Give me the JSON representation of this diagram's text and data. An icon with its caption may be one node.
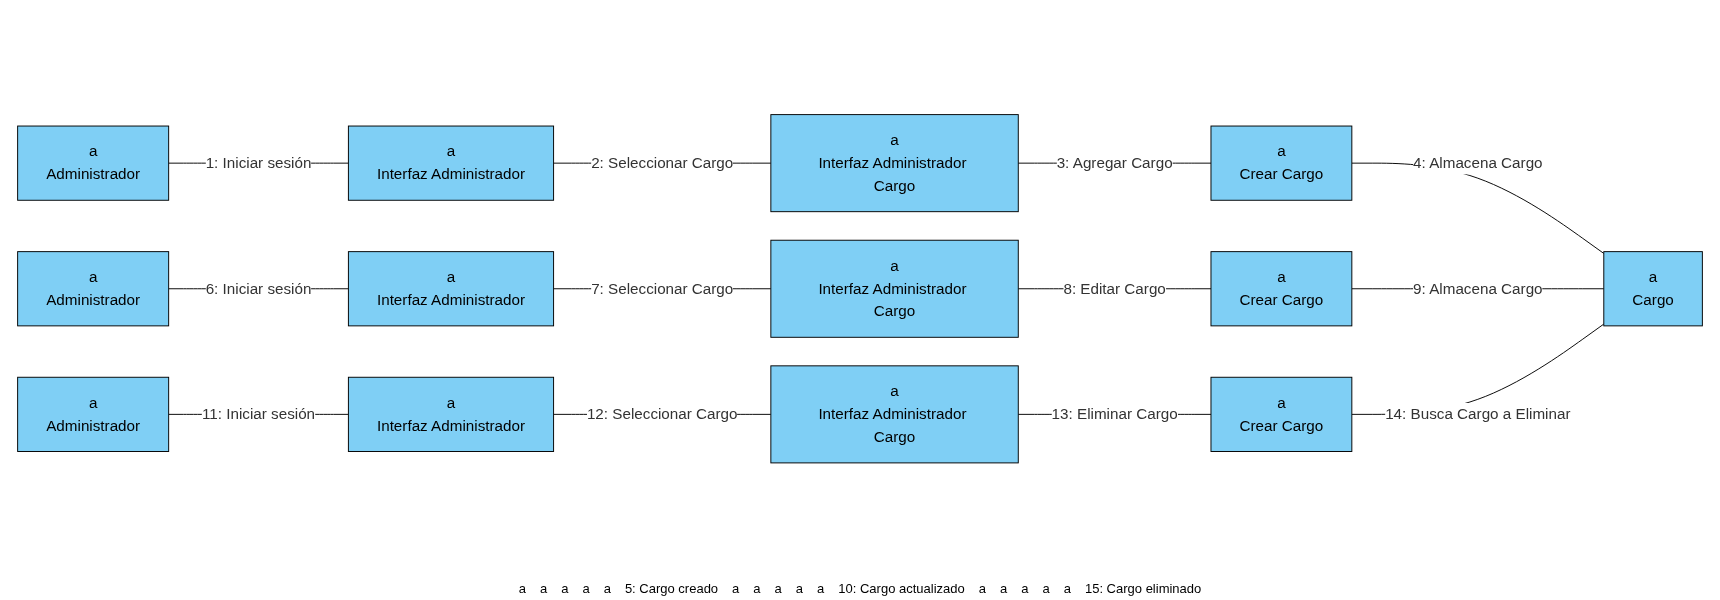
{
  "diagram": {
    "nodes": [
      {
        "text": [
          "a",
          "Administrador"
        ]
      },
      {
        "text": [
          "a",
          "Interfaz Administrador"
        ]
      },
      {
        "text": [
          "a",
          "Interfaz Administrador Cargo"
        ]
      },
      {
        "text": [
          "a",
          "Crear Cargo"
        ]
      },
      {
        "text": [
          "a",
          "Administrador"
        ]
      },
      {
        "text": [
          "a",
          "Interfaz Administrador"
        ]
      },
      {
        "text": [
          "a",
          "Interfaz Administrador Cargo"
        ]
      },
      {
        "text": [
          "a",
          "Crear Cargo"
        ]
      },
      {
        "text": [
          "a",
          "Cargo"
        ]
      },
      {
        "text": [
          "a",
          "Administrador"
        ]
      },
      {
        "text": [
          "a",
          "Interfaz Administrador"
        ]
      },
      {
        "text": [
          "a",
          "Interfaz Administrador Cargo"
        ]
      },
      {
        "text": [
          "a",
          "Crear Cargo"
        ]
      }
    ],
    "edges": [
      {
        "from": 0,
        "to": 1,
        "arrow": "none",
        "label": "1: Iniciar sesión"
      },
      {
        "from": 1,
        "to": 2,
        "arrow": "none",
        "label": "2: Seleccionar Cargo"
      },
      {
        "from": 2,
        "to": 3,
        "arrow": "none",
        "label": "3: Agregar Cargo"
      },
      {
        "from": 3,
        "to": 8,
        "arrow": "none",
        "label": "4: Almacena Cargo"
      },
      {
        "from": 4,
        "to": 5,
        "arrow": "none",
        "label": "6: Iniciar sesión"
      },
      {
        "from": 5,
        "to": 6,
        "arrow": "none",
        "label": "7: Seleccionar Cargo"
      },
      {
        "from": 6,
        "to": 7,
        "arrow": "none",
        "label": "8: Editar Cargo"
      },
      {
        "from": 7,
        "to": 8,
        "arrow": "none",
        "label": "9: Almacena Cargo"
      },
      {
        "from": 9,
        "to": 10,
        "arrow": "none",
        "label": "11: Iniciar sesión"
      },
      {
        "from": 10,
        "to": 11,
        "arrow": "none",
        "label": "12: Seleccionar Cargo"
      },
      {
        "from": 11,
        "to": 12,
        "arrow": "none",
        "label": "13: Eliminar Cargo"
      },
      {
        "from": 12,
        "to": 8,
        "arrow": "none",
        "label": "14: Busca Cargo a Eliminar"
      }
    ],
    "labels": [
      "a",
      "a",
      "a",
      "a",
      "a",
      "5: Cargo creado",
      "a",
      "a",
      "a",
      "a",
      "a",
      "10: Cargo actualizado",
      "a",
      "a",
      "a",
      "a",
      "a",
      "15: Cargo eliminado"
    ]
  }
}
